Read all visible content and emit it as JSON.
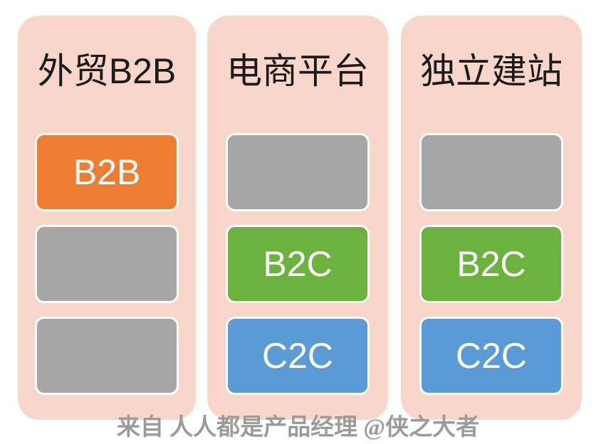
{
  "page": {
    "background": "#ffffff",
    "watermark_text": "来自 人人都是产品经理 @侠之大者",
    "watermark_color": "#9b9b9b"
  },
  "colors": {
    "column_bg": "#F8D6CA",
    "title_text": "#1a1a1a",
    "box_label_text": "#ffffff",
    "box_border": "#ffffff",
    "orange": "#ED7D31",
    "gray": "#A6A6A6",
    "green": "#6CB23E",
    "blue": "#5B9BD5"
  },
  "columns": [
    {
      "title": "外贸B2B",
      "boxes": [
        {
          "label": "B2B",
          "color": "#ED7D31"
        },
        {
          "label": "",
          "color": "#A6A6A6"
        },
        {
          "label": "",
          "color": "#A6A6A6"
        }
      ]
    },
    {
      "title": "电商平台",
      "boxes": [
        {
          "label": "",
          "color": "#A6A6A6"
        },
        {
          "label": "B2C",
          "color": "#6CB23E"
        },
        {
          "label": "C2C",
          "color": "#5B9BD5"
        }
      ]
    },
    {
      "title": "独立建站",
      "boxes": [
        {
          "label": "",
          "color": "#A6A6A6"
        },
        {
          "label": "B2C",
          "color": "#6CB23E"
        },
        {
          "label": "C2C",
          "color": "#5B9BD5"
        }
      ]
    }
  ]
}
